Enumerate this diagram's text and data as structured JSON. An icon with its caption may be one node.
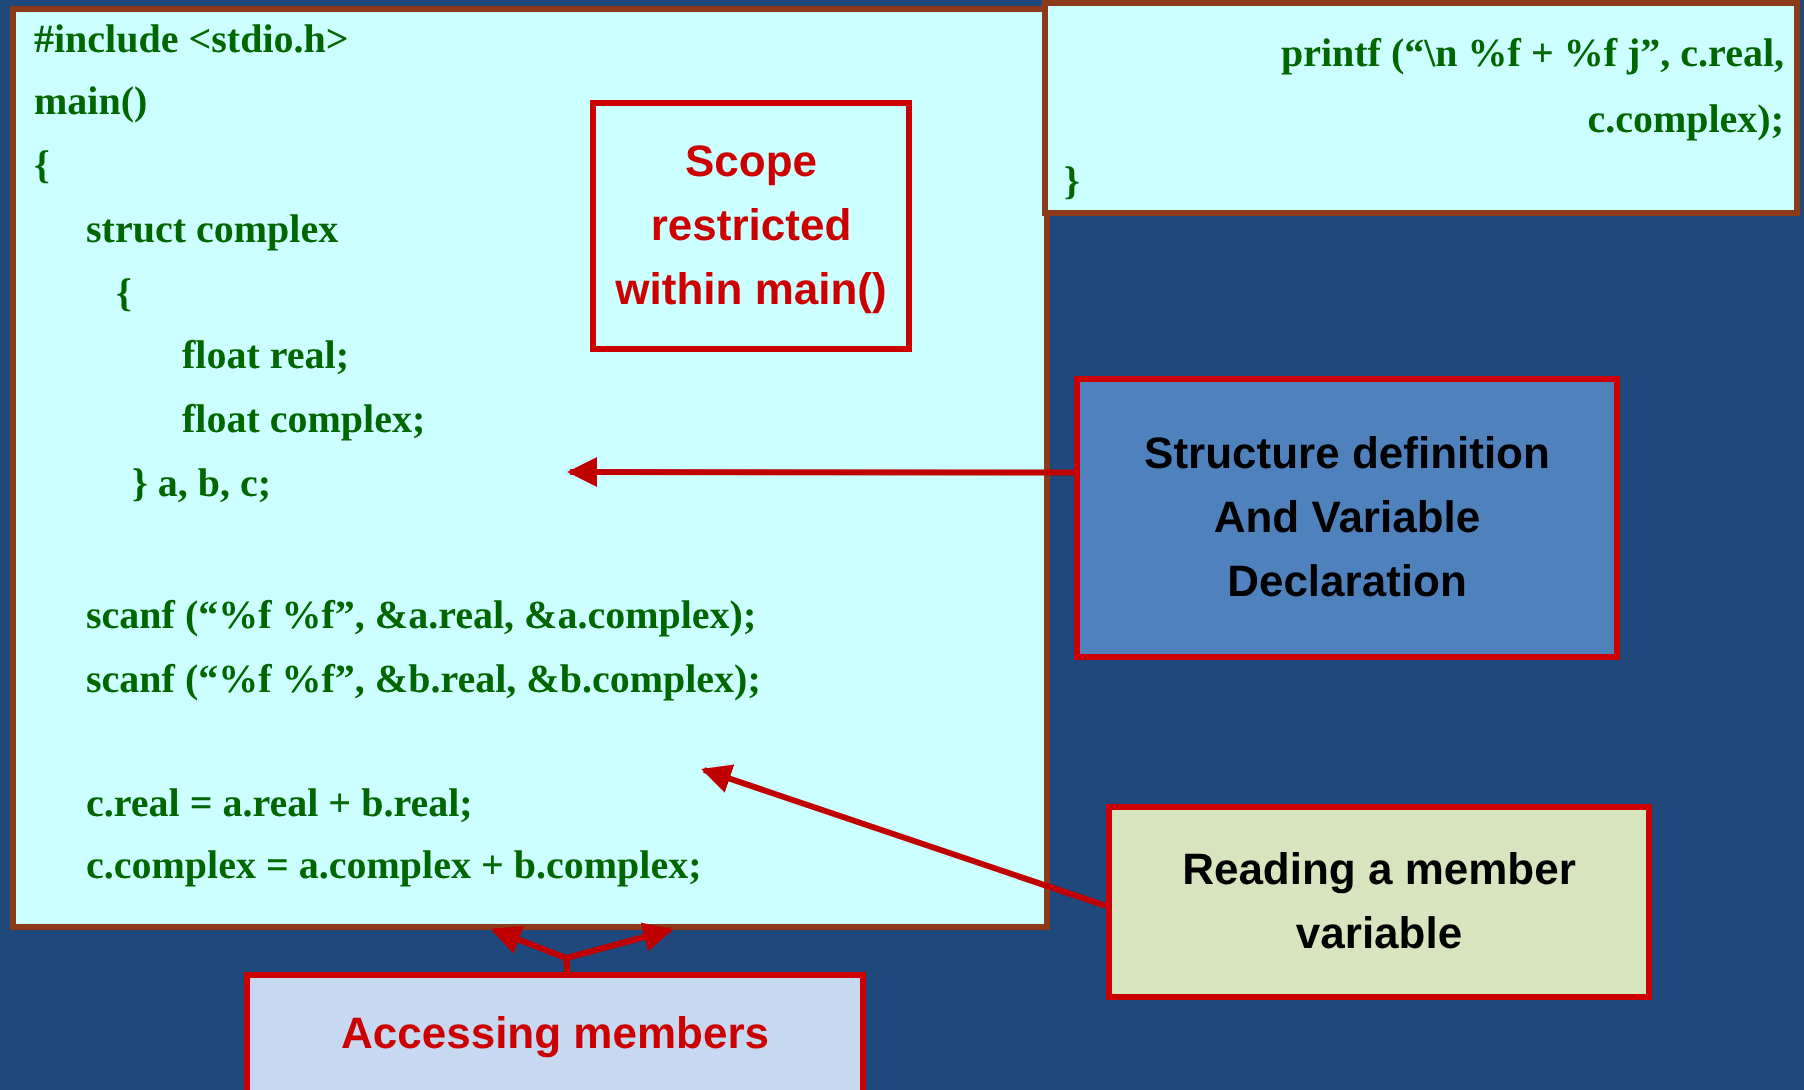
{
  "diagram": {
    "nodes": [
      {
        "text": [
          "#include <stdio.h>",
          "main()",
          "{",
          "struct complex",
          "{",
          "float real;",
          "float complex;",
          "} a, b, c;",
          "scanf (“%f %f”, &a.real, &a.complex);",
          "scanf (“%f %f”, &b.real, &b.complex);",
          "c.real = a.real + b.real;",
          "c.complex = a.complex + b.complex;"
        ]
      },
      {
        "text": [
          "Scope restricted within main()"
        ],
        "in": 0
      },
      {
        "text": [
          "printf (“\\n %f + %f j”, c.real, c.complex);",
          "}"
        ]
      },
      {
        "text": [
          "Structure definition And Variable Declaration"
        ]
      },
      {
        "text": [
          "Reading a member variable"
        ]
      },
      {
        "text": [
          "Accessing members"
        ]
      }
    ],
    "edges": [
      {
        "from": 3,
        "to": null,
        "arrow": "to"
      },
      {
        "from": 4,
        "to": null,
        "arrow": "to"
      },
      {
        "from": 5,
        "to": 0,
        "arrow": "to"
      },
      {
        "from": 5,
        "to": 0,
        "arrow": "to"
      }
    ]
  }
}
